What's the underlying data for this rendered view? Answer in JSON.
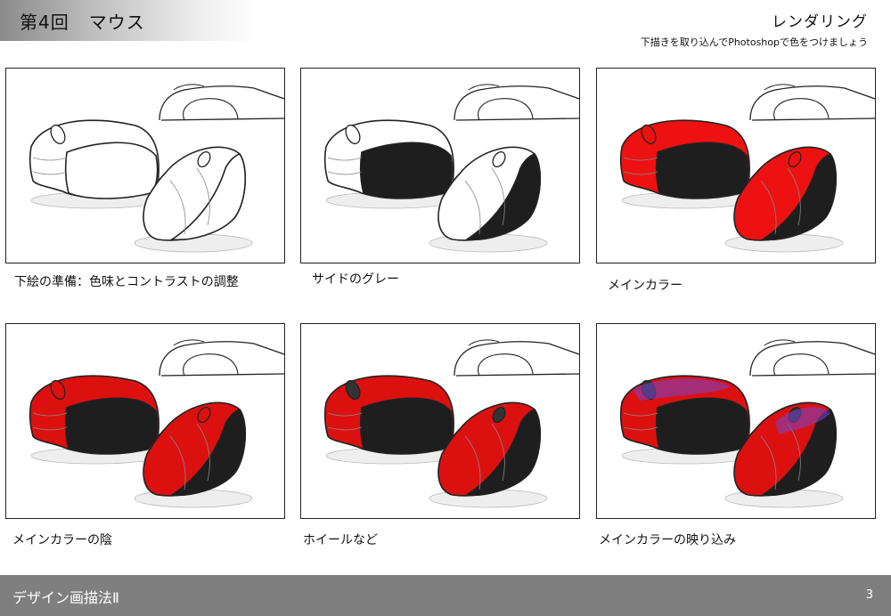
{
  "header": {
    "lecture_number": "第4回",
    "lecture_topic": "マウス",
    "section_title": "レンダリング",
    "section_subtitle": "下描きを取り込んでPhotoshopで色をつけましょう"
  },
  "steps": [
    {
      "caption": "下絵の準備：色味とコントラストの調整",
      "body_color": "#ffffff",
      "side_color": "#ffffff",
      "wheel_color": "#ffffff",
      "reflection": false
    },
    {
      "caption": "サイドのグレー",
      "body_color": "#ffffff",
      "side_color": "#1e1e1e",
      "wheel_color": "#ffffff",
      "reflection": false
    },
    {
      "caption": "メインカラー",
      "body_color": "#ee1111",
      "side_color": "#1e1e1e",
      "wheel_color": "#ee1111",
      "reflection": false
    },
    {
      "caption": "メインカラーの陰",
      "body_color": "#dd1010",
      "side_color": "#1e1e1e",
      "wheel_color": "#dd1010",
      "reflection": false
    },
    {
      "caption": "ホイールなど",
      "body_color": "#dd1010",
      "side_color": "#1e1e1e",
      "wheel_color": "#333333",
      "reflection": false
    },
    {
      "caption": "メインカラーの映り込み",
      "body_color": "#dd1010",
      "side_color": "#1e1e1e",
      "wheel_color": "#333333",
      "reflection": true
    }
  ],
  "footer": {
    "course_title": "デザイン画描法Ⅱ",
    "page_number": "3"
  },
  "colors": {
    "footer_bg": "#7f7f7f",
    "main_red": "#ee1111",
    "side_gray": "#1e1e1e",
    "reflection_purple": "#7744cc"
  }
}
